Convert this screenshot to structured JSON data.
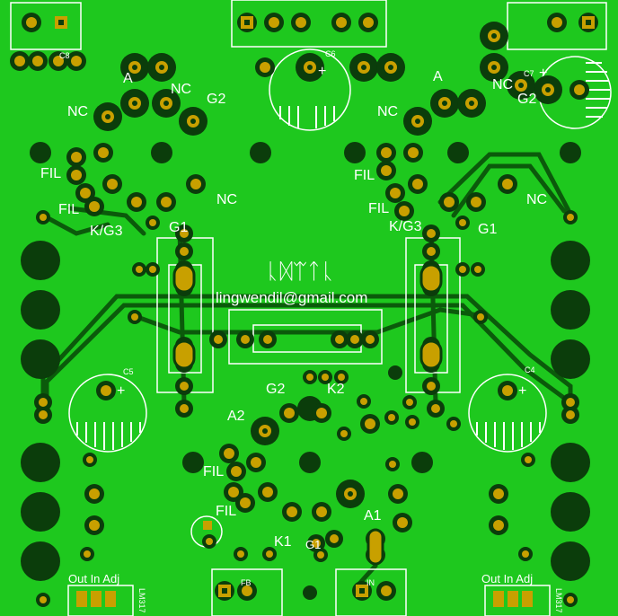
{
  "labels": {
    "elvish": "ᚳᛞᛠᛏᚳ",
    "email": "lingwendil@gmail.com",
    "left_tube": {
      "A": "A",
      "NC1": "NC",
      "NC2": "NC",
      "G2": "G2",
      "FIL1": "FIL",
      "FIL2": "FIL",
      "KG3": "K/G3",
      "G1": "G1"
    },
    "right_tube": {
      "A": "A",
      "NC1": "NC",
      "NC2": "NC",
      "G2": "G2",
      "FIL1": "FIL",
      "FIL2": "FIL",
      "KG3": "K/G3",
      "G1": "G1"
    },
    "center": {
      "G2": "G2",
      "K2": "K2",
      "A2": "A2",
      "FIL1": "FIL",
      "FIL2": "FIL",
      "A1": "A1",
      "K1": "K1",
      "G1": "G1"
    },
    "reg_left": "Out In Adj",
    "reg_right": "Out In Adj",
    "reg_part": "LM317",
    "fb": "FB",
    "in": "IN",
    "caps": {
      "c4": "C4",
      "c5": "C5",
      "c6": "C6",
      "c7": "C7",
      "c8": "C8"
    },
    "plus": "+"
  },
  "colors": {
    "board": "#1ec81e",
    "trace": "#0b5a0b",
    "pad": "#c8a000",
    "drill": "#0b3d0b",
    "silk": "#ffffff"
  }
}
